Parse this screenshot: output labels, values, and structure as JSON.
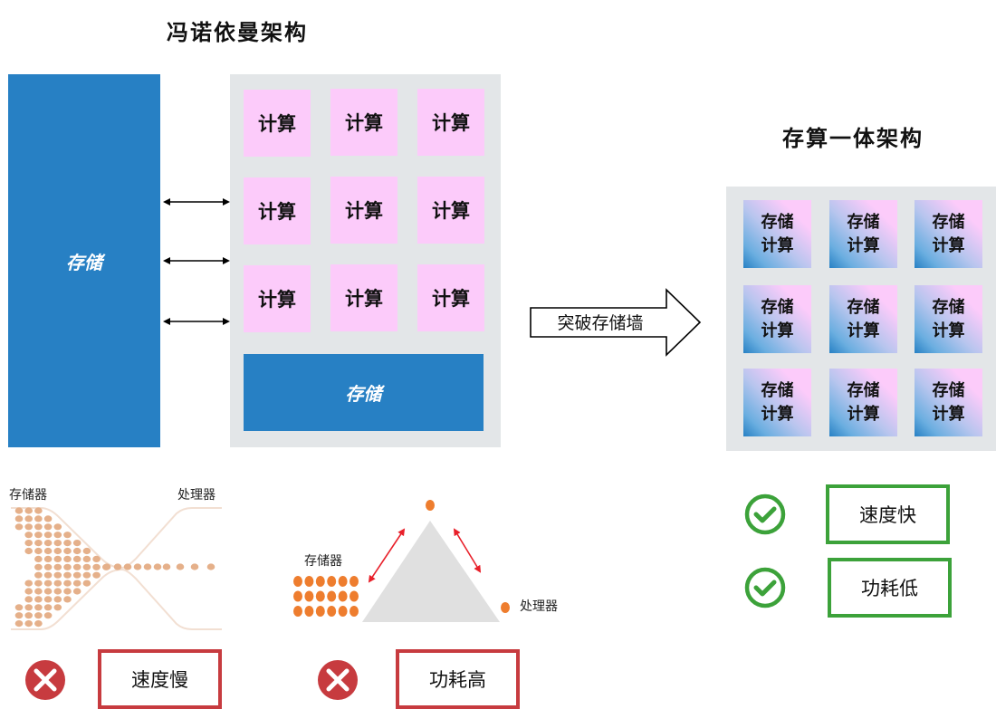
{
  "left_diagram": {
    "title": "冯诺依曼架构",
    "memory_left_label": "存储",
    "compute_cells": [
      "计算",
      "计算",
      "计算",
      "计算",
      "计算",
      "计算",
      "计算",
      "计算",
      "计算"
    ],
    "memory_bottom_label": "存储",
    "bus_arrow_count": 3
  },
  "transition_arrow": {
    "label": "突破存储墙"
  },
  "right_diagram": {
    "title": "存算一体架构",
    "cells": [
      {
        "line1": "存储",
        "line2": "计算"
      },
      {
        "line1": "存储",
        "line2": "计算"
      },
      {
        "line1": "存储",
        "line2": "计算"
      },
      {
        "line1": "存储",
        "line2": "计算"
      },
      {
        "line1": "存储",
        "line2": "计算"
      },
      {
        "line1": "存储",
        "line2": "计算"
      },
      {
        "line1": "存储",
        "line2": "计算"
      },
      {
        "line1": "存储",
        "line2": "计算"
      },
      {
        "line1": "存储",
        "line2": "计算"
      }
    ]
  },
  "bottleneck_illustration": {
    "memory_label": "存储器",
    "processor_label": "处理器"
  },
  "triangle_illustration": {
    "memory_label": "存储器",
    "processor_label": "处理器"
  },
  "drawbacks": [
    {
      "icon": "error-x-icon",
      "label": "速度慢"
    },
    {
      "icon": "error-x-icon",
      "label": "功耗高"
    }
  ],
  "benefits": [
    {
      "icon": "check-circle-icon",
      "label": "速度快"
    },
    {
      "icon": "check-circle-icon",
      "label": "功耗低"
    }
  ],
  "colors": {
    "storage_blue": "#2780c4",
    "compute_pink": "#fccbfa",
    "panel_gray": "#e3e6e8",
    "dot_tan": "#e5b08a",
    "dot_orange": "#ee7d2e",
    "error_red": "#c73b3f",
    "success_green": "#3ca23a",
    "arrow_red": "#e8202a"
  }
}
